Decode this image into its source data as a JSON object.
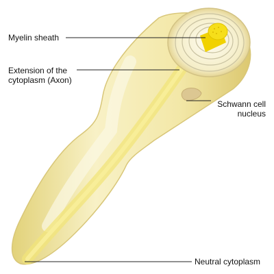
{
  "labels": {
    "myelin_sheath": "Myelin sheath",
    "extension_line1": "Extension of the",
    "extension_line2": "cytoplasm (Axon)",
    "schwann_line1": "Schwann cell",
    "schwann_line2": "nucleus",
    "neutral_cytoplasm": "Neutral cytoplasm"
  },
  "colors": {
    "outer_membrane": "#e8d98a",
    "cytoplasm_fill": "#f6efbf",
    "axon": "#f4e45a",
    "axon_core": "#f3d500",
    "myelin_rings": "#c9c2a0",
    "nucleus": "#d9c58c",
    "leader_line": "#222222"
  }
}
